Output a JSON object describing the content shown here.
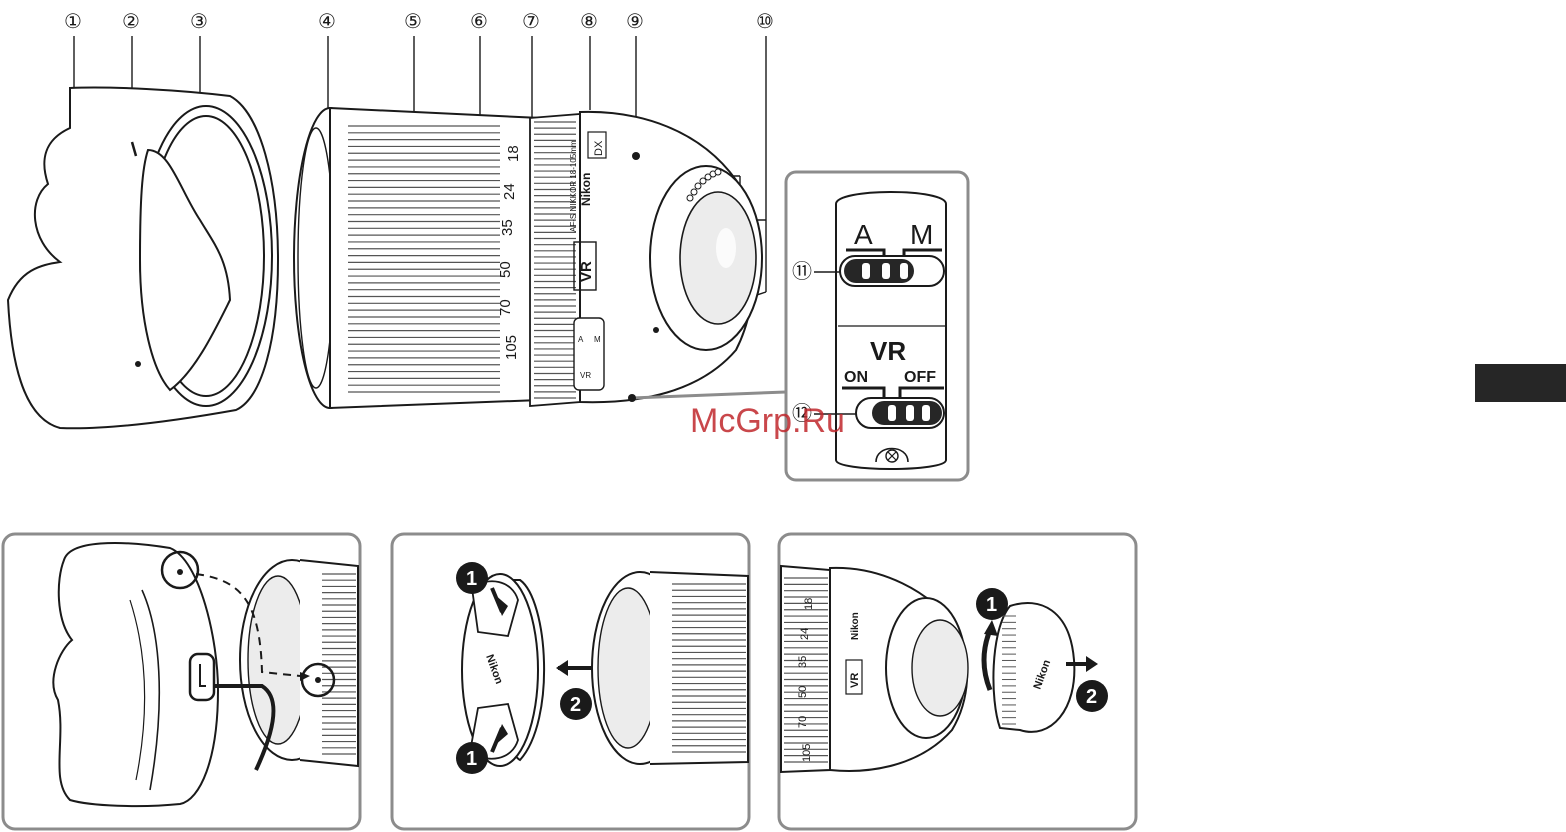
{
  "callouts": [
    "①",
    "②",
    "③",
    "④",
    "⑤",
    "⑥",
    "⑦",
    "⑧",
    "⑨",
    "⑩",
    "⑪",
    "⑫"
  ],
  "lens": {
    "brand": "Nikon",
    "format_badge": "DX",
    "model_text": "AF-S NIKKOR 18-105mm",
    "vr_badge": "VR",
    "zoom_scale": [
      "18",
      "24",
      "35",
      "50",
      "70",
      "105"
    ],
    "switch_letters": [
      "A",
      "M",
      "VR"
    ]
  },
  "switch_panel": {
    "focus_mode": {
      "left_label": "A",
      "right_label": "M"
    },
    "vr": {
      "title": "VR",
      "on_label": "ON",
      "off_label": "OFF"
    }
  },
  "steps": {
    "one": "1",
    "two": "2"
  },
  "cap_brand": "Nikon",
  "watermark": "McGrp.Ru",
  "colors": {
    "line": "#1a1a1a",
    "panel_stroke": "#8c8c8c",
    "tab": "#262626",
    "watermark": "#c0282c"
  }
}
